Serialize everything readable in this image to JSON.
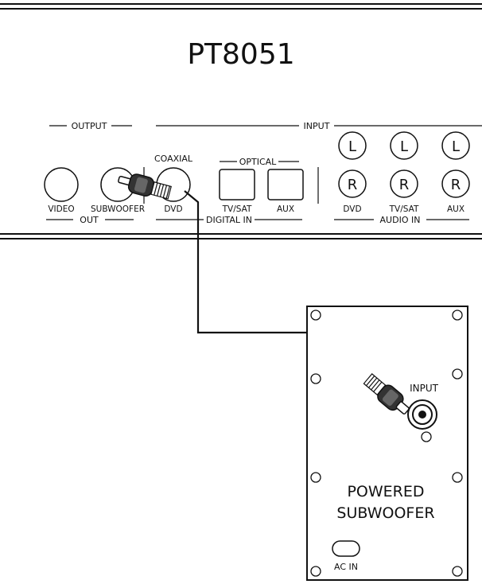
{
  "title": "PT8051",
  "panel": {
    "group_labels": {
      "output": "OUTPUT",
      "input": "INPUT",
      "out": "OUT",
      "digital_in": "DIGITAL IN",
      "audio_in": "AUDIO IN",
      "optical": "OPTICAL",
      "coaxial": "COAXIAL"
    },
    "jack_labels": {
      "video": "VIDEO",
      "subwoofer": "SUBWOOFER",
      "coaxial_dvd": "DVD",
      "optical_tvsat": "TV/SAT",
      "optical_aux": "AUX",
      "audio_dvd": "DVD",
      "audio_tvsat": "TV/SAT",
      "audio_aux": "AUX"
    },
    "channel_left": "L",
    "channel_right": "R"
  },
  "subwoofer_unit": {
    "input_label": "INPUT",
    "name_line1": "POWERED",
    "name_line2": "SUBWOOFER",
    "ac_label": "AC IN"
  }
}
